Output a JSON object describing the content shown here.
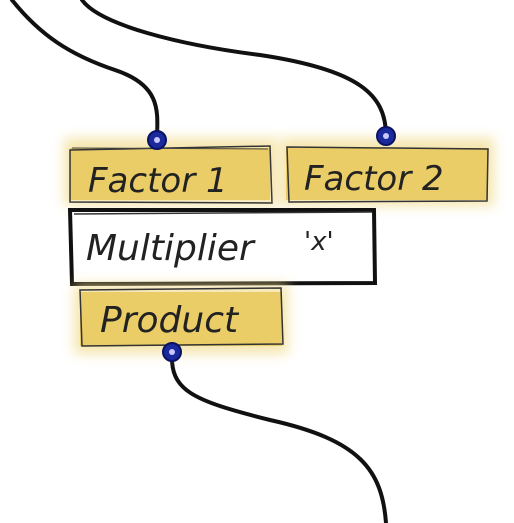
{
  "diagram": {
    "inputs": [
      {
        "label": "Factor 1"
      },
      {
        "label": "Factor 2"
      }
    ],
    "node": {
      "title": "Multiplier",
      "symbol": "'x'"
    },
    "output": {
      "label": "Product"
    },
    "colors": {
      "port_fill": "#e8c85a",
      "port_glow": "#f2dc8c",
      "connector": "#1a2a9a",
      "wire": "#111111",
      "node_border": "#111111"
    }
  }
}
